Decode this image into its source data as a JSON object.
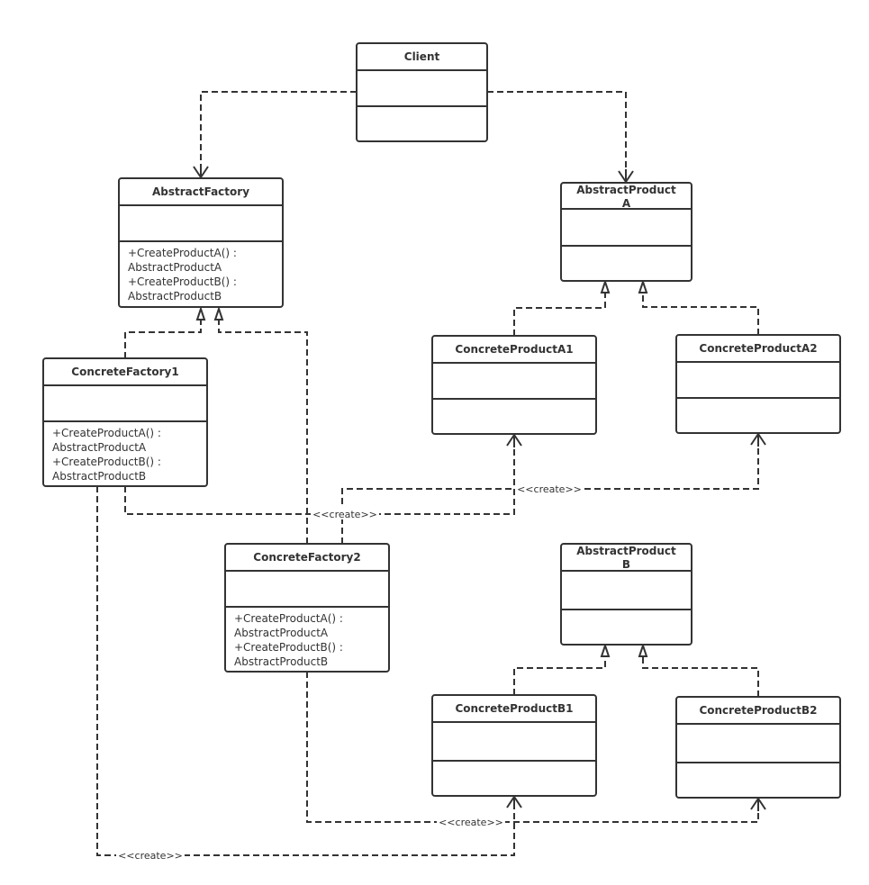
{
  "classes": {
    "client": {
      "title": [
        "Client"
      ],
      "methods": []
    },
    "abstract_factory": {
      "title": [
        "AbstractFactory"
      ],
      "methods": [
        "+CreateProductA() :",
        "AbstractProductA",
        "+CreateProductB() :",
        "AbstractProductB"
      ]
    },
    "abstract_product_a": {
      "title": [
        "AbstractProduct",
        "A"
      ],
      "methods": []
    },
    "concrete_product_a1": {
      "title": [
        "ConcreteProductA1"
      ],
      "methods": []
    },
    "concrete_product_a2": {
      "title": [
        "ConcreteProductA2"
      ],
      "methods": []
    },
    "concrete_factory1": {
      "title": [
        "ConcreteFactory1"
      ],
      "methods": [
        "+CreateProductA() :",
        "AbstractProductA",
        "+CreateProductB()   :",
        "AbstractProductB"
      ]
    },
    "concrete_factory2": {
      "title": [
        "ConcreteFactory2"
      ],
      "methods": [
        "+CreateProductA() :",
        "AbstractProductA",
        "+CreateProductB()   :",
        "AbstractProductB"
      ]
    },
    "abstract_product_b": {
      "title": [
        "AbstractProduct",
        "B"
      ],
      "methods": []
    },
    "concrete_product_b1": {
      "title": [
        "ConcreteProductB1"
      ],
      "methods": []
    },
    "concrete_product_b2": {
      "title": [
        "ConcreteProductB2"
      ],
      "methods": []
    }
  },
  "relations": {
    "create_label": "<<create>>"
  }
}
